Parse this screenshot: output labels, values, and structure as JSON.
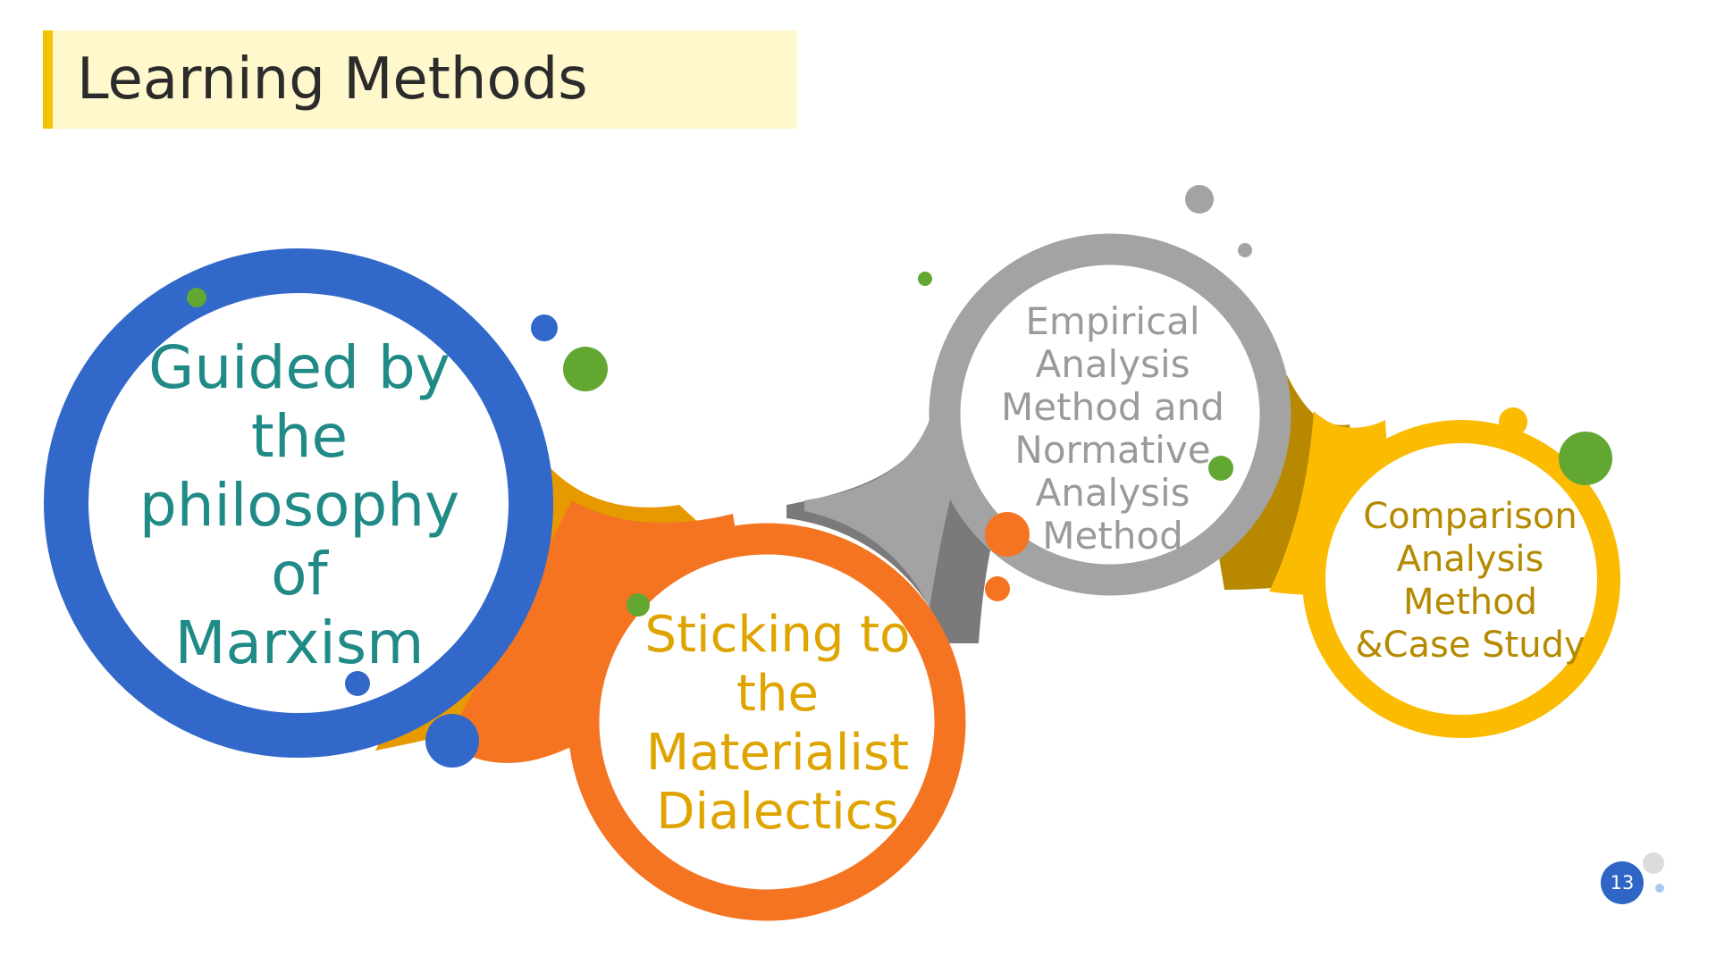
{
  "slide": {
    "title": "Learning Methods",
    "page_number": "13"
  },
  "methods": [
    {
      "label": "Guided by\nthe\nphilosophy\nof\nMarxism",
      "ring_color": "#3168c9",
      "text_color": "#1f8a86"
    },
    {
      "label": "Sticking to\nthe\nMaterialist\nDialectics",
      "ring_color": "#f47421",
      "text_color": "#dfa400"
    },
    {
      "label": "Empirical\nAnalysis\nMethod and\nNormative\nAnalysis\nMethod",
      "ring_color": "#a3a3a3",
      "text_color": "#9a9a9a"
    },
    {
      "label": "Comparison\nAnalysis\nMethod\n&Case Study",
      "ring_color": "#fbbb00",
      "text_color": "#b58a00"
    }
  ],
  "colors": {
    "title_background": "#fff8cc",
    "title_accent": "#f2c300",
    "green_dot": "#62a732",
    "blue_dot": "#3168c9",
    "orange_dot": "#f47421",
    "gray_dot": "#a3a3a3"
  }
}
